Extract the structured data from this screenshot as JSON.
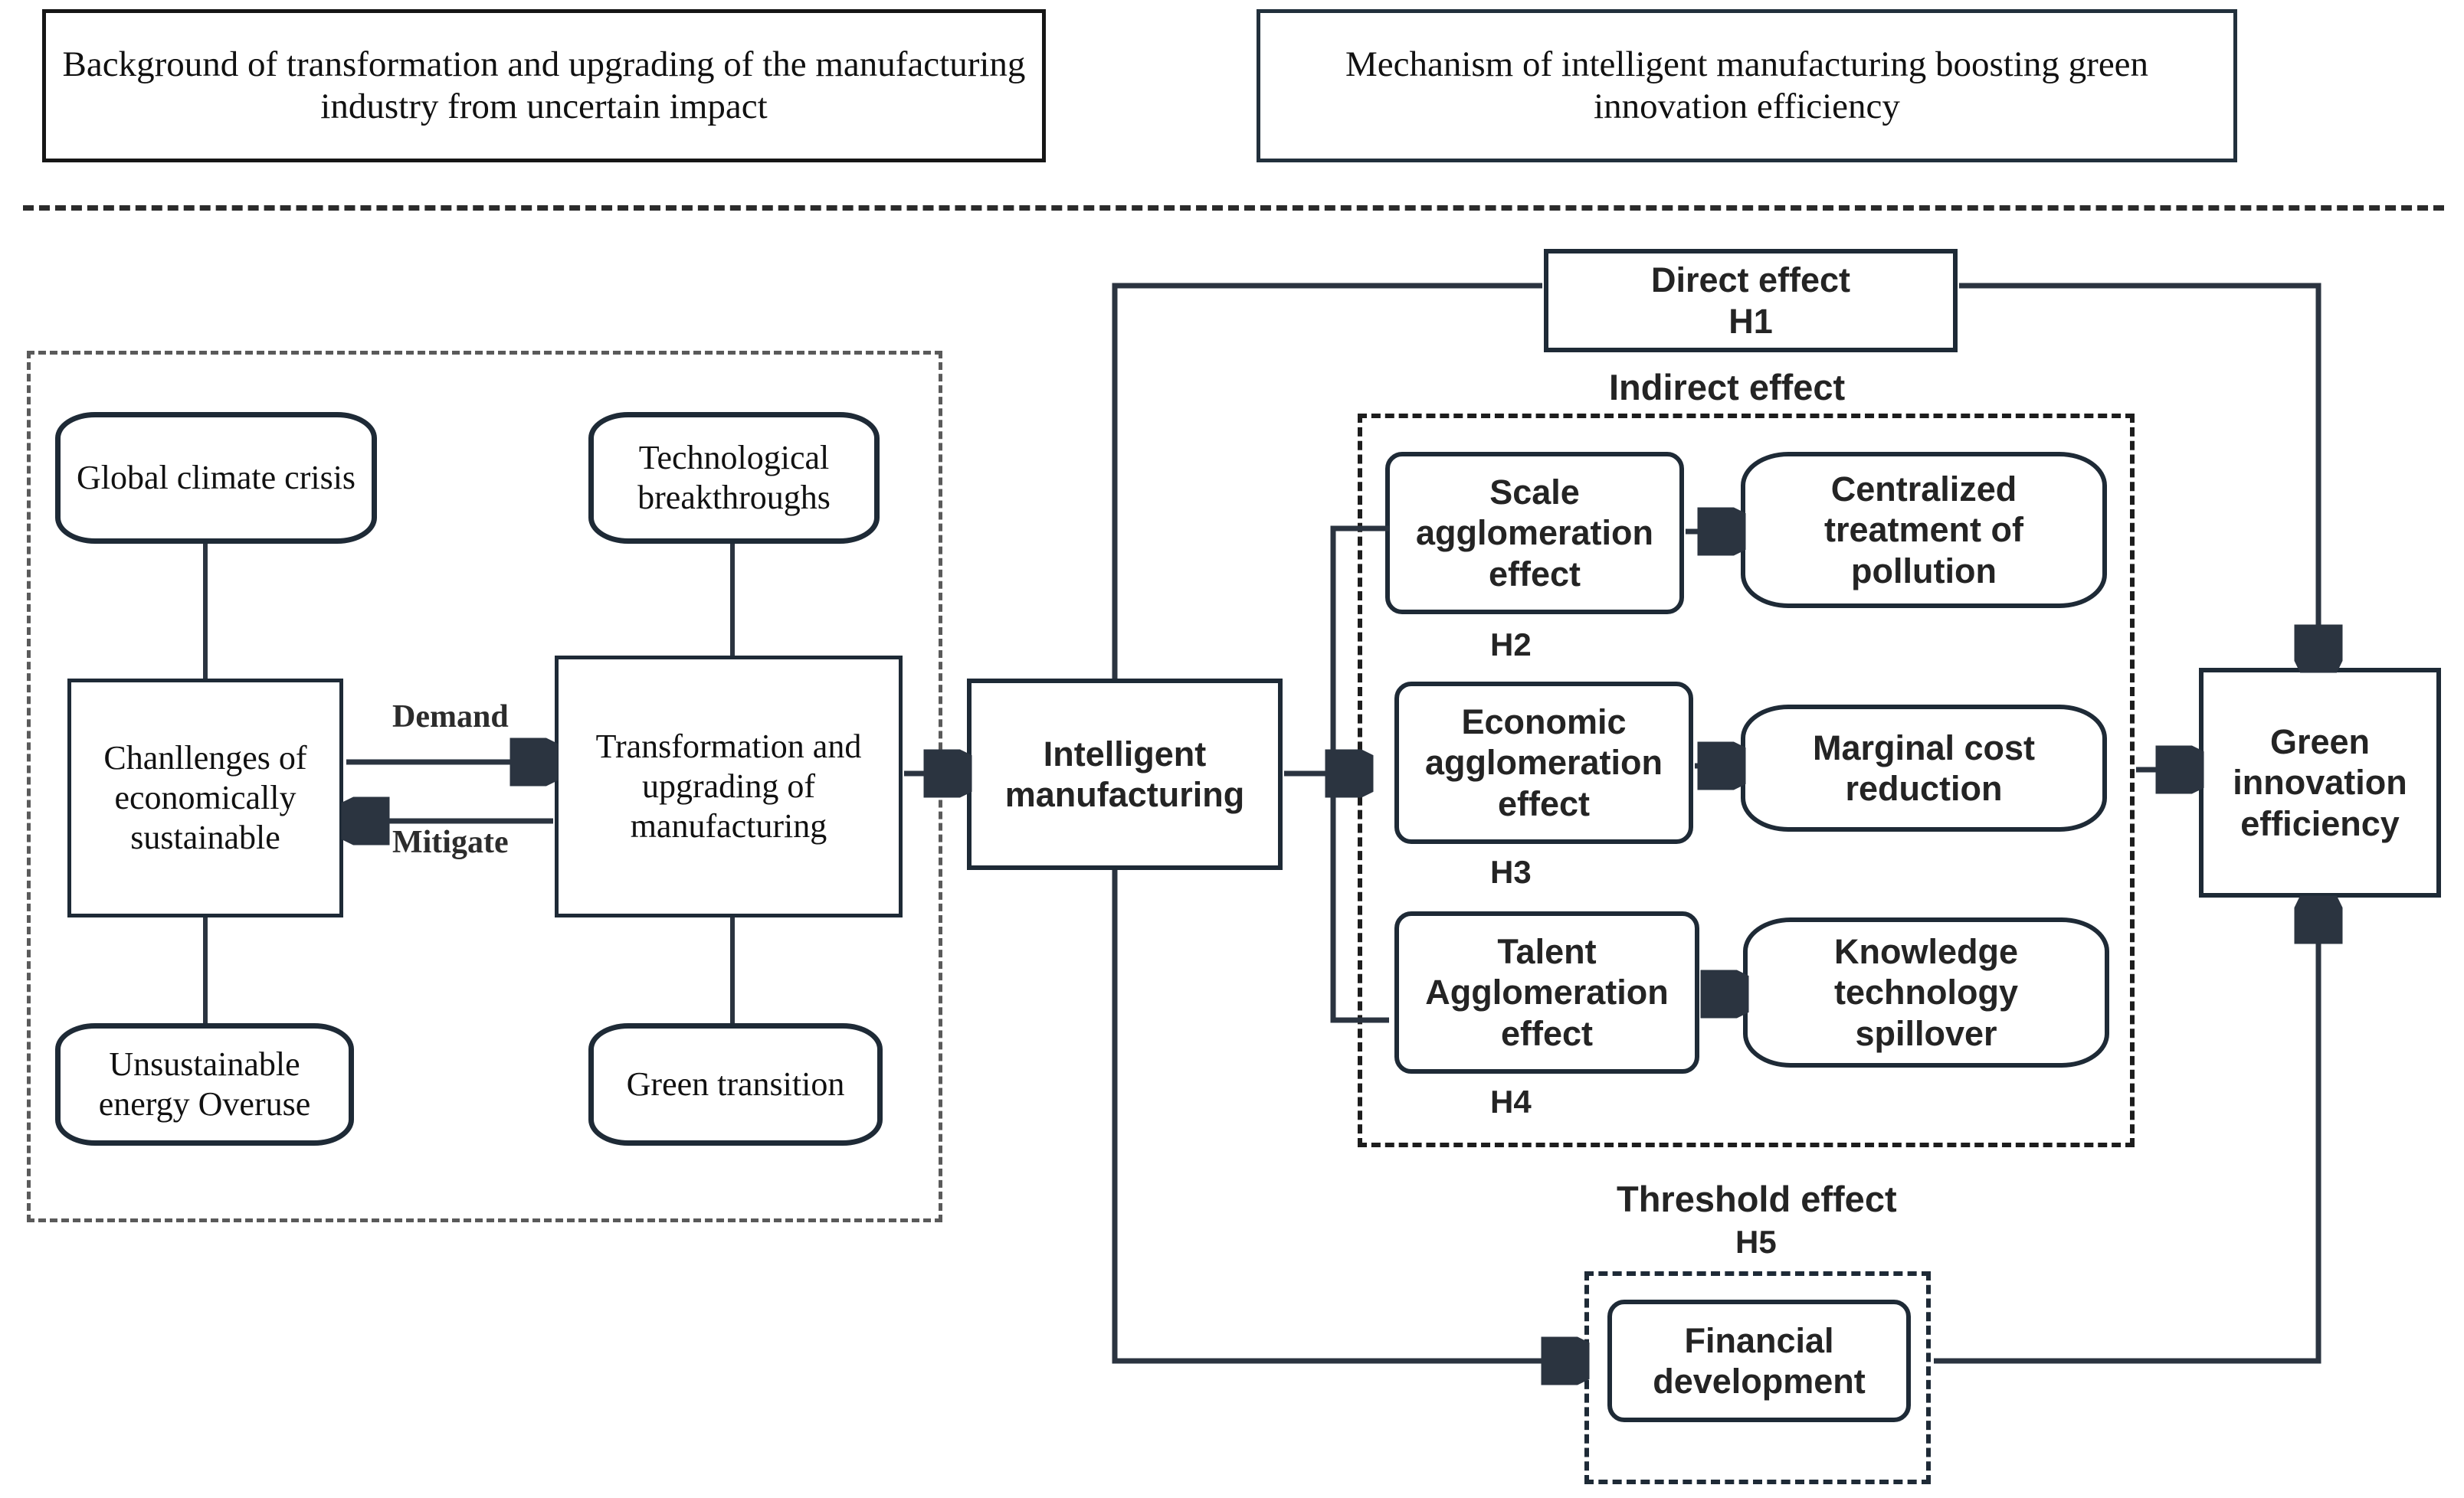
{
  "headers": {
    "left_title": "Background of transformation and upgrading of the manufacturing industry from uncertain impact",
    "right_title": "Mechanism of intelligent manufacturing boosting green innovation efficiency"
  },
  "left_panel": {
    "global_climate_crisis": "Global climate crisis",
    "technological_breakthroughs": "Technological breakthroughs",
    "challenges": "Chanllenges of economically sustainable",
    "transformation": "Transformation and upgrading of manufacturing",
    "unsustainable_energy": "Unsustainable energy Overuse",
    "green_transition": "Green transition",
    "edge_demand": "Demand",
    "edge_mitigate": "Mitigate"
  },
  "right_panel": {
    "intelligent_manufacturing": "Intelligent manufacturing",
    "green_innovation_efficiency": "Green innovation efficiency",
    "direct_effect_title": "Direct effect",
    "direct_effect_hypothesis": "H1",
    "indirect_effect_title": "Indirect effect",
    "threshold_effect_title": "Threshold effect",
    "threshold_effect_hypothesis": "H5",
    "financial_development": "Financial development",
    "mediators": [
      {
        "cause": "Scale agglomeration effect",
        "effect": "Centralized treatment of pollution",
        "hypothesis": "H2"
      },
      {
        "cause": "Economic agglomeration effect",
        "effect": "Marginal cost reduction",
        "hypothesis": "H3"
      },
      {
        "cause": "Talent Agglomeration effect",
        "effect": "Knowledge technology spillover",
        "hypothesis": "H4"
      }
    ]
  },
  "colors": {
    "stroke": "#1e2a36",
    "dashed": "#5a5a5a",
    "text": "#242424",
    "background": "#ffffff"
  }
}
